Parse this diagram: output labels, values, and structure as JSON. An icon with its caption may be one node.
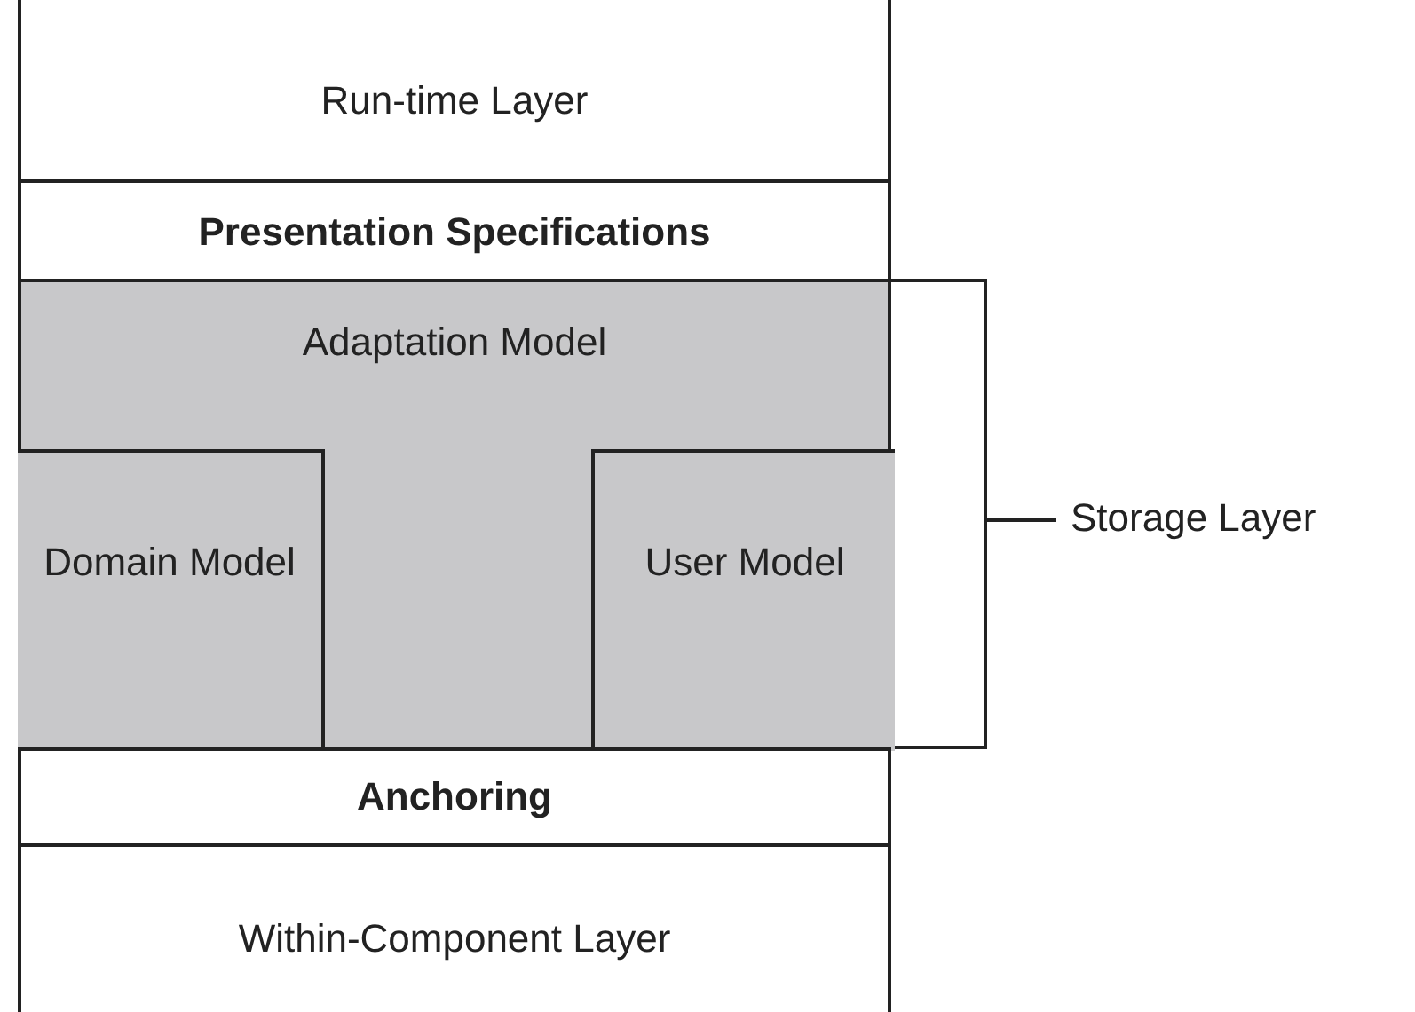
{
  "diagram": {
    "nodes": [
      {
        "text": [
          "Run-time Layer"
        ]
      },
      {
        "text": [
          "Presentation Specifications"
        ]
      },
      {
        "text": [
          "Adaptation Model"
        ]
      },
      {
        "text": [
          "Domain Model"
        ],
        "in": 2
      },
      {
        "text": [
          "User Model"
        ],
        "in": 2
      },
      {
        "text": [
          "Anchoring"
        ]
      },
      {
        "text": [
          "Within-Component Layer"
        ]
      }
    ],
    "edges": [],
    "labels": [
      "Storage Layer"
    ]
  }
}
